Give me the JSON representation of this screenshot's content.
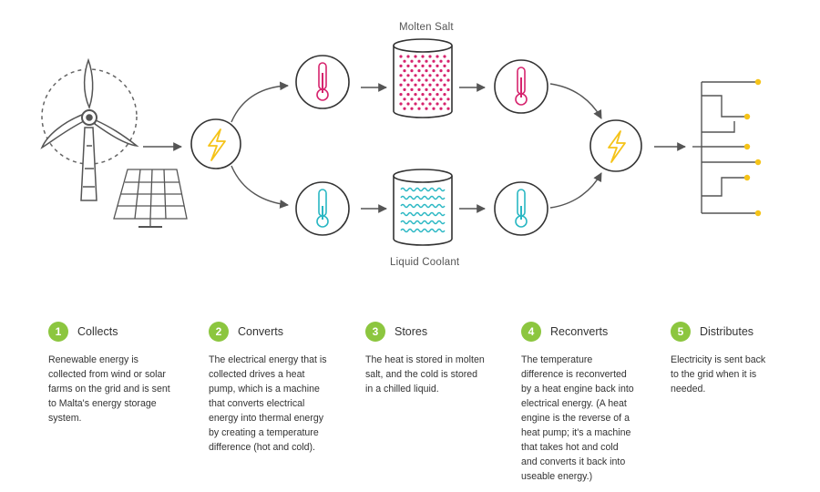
{
  "colors": {
    "accent_green": "#8cc63f",
    "hot_pink": "#d6246e",
    "cold_teal": "#29b7c3",
    "bolt_yellow": "#f5c318",
    "line_gray": "#555555"
  },
  "diagram": {
    "molten_salt_label": "Molten Salt",
    "liquid_coolant_label": "Liquid Coolant"
  },
  "steps": [
    {
      "num": "1",
      "title": "Collects",
      "desc": "Renewable energy is\ncollected from wind or solar\nfarms on the grid and is sent\nto Malta's energy storage\nsystem."
    },
    {
      "num": "2",
      "title": "Converts",
      "desc": "The electrical energy that is\ncollected drives a heat\npump, which is a machine\nthat converts electrical\nenergy into thermal energy\nby creating a temperature\ndifference (hot and cold)."
    },
    {
      "num": "3",
      "title": "Stores",
      "desc": "The heat is stored in molten\nsalt, and the cold is stored\nin a chilled liquid."
    },
    {
      "num": "4",
      "title": "Reconverts",
      "desc": "The temperature\ndifference is reconverted\nby a heat engine back into\nelectrical energy. (A heat\nengine is the reverse of a\nheat pump; it's a machine\nthat takes hot and cold\nand converts it back into\nuseable energy.)"
    },
    {
      "num": "5",
      "title": "Distributes",
      "desc": "Electricity is sent back\nto the grid when it is\nneeded."
    }
  ]
}
